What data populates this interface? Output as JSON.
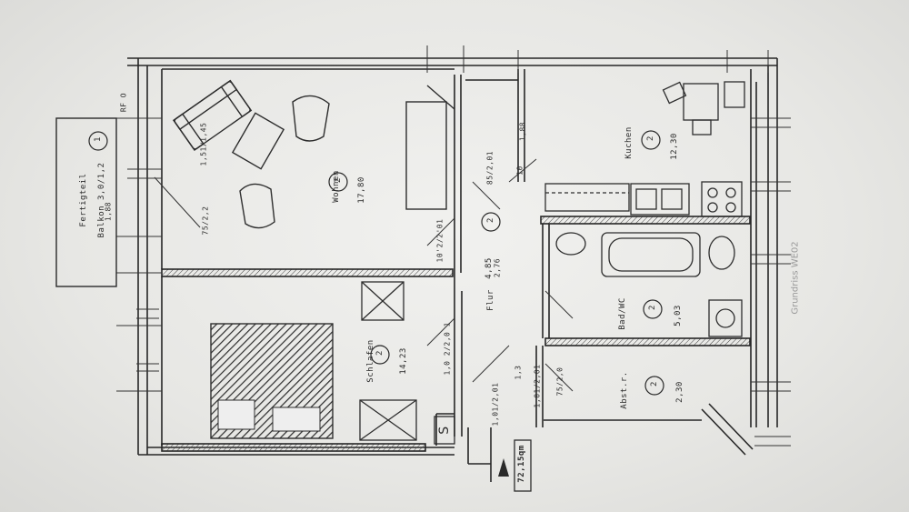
{
  "watermark": "Grundriss WE02",
  "direction_mark": "RF\nO",
  "balcony": {
    "name": "Fertigteil",
    "size": "Balkon 3,0/1,2",
    "number": "1"
  },
  "rooms": [
    {
      "id": "wohnen",
      "name": "Wohnen",
      "number": "2",
      "area": "17,80"
    },
    {
      "id": "kuechen",
      "name": "Kuchen",
      "number": "2",
      "area": "12,30"
    },
    {
      "id": "flur",
      "name": "Flur",
      "number": "2",
      "area": "4,85"
    },
    {
      "id": "bad",
      "name": "Bad/WC",
      "number": "2",
      "area": "5,03"
    },
    {
      "id": "schlafen",
      "name": "Schlafen",
      "number": "2",
      "area": "14,23"
    },
    {
      "id": "abstellraum",
      "name": "Abst.r.",
      "number": "2",
      "area": "2,30"
    }
  ],
  "dimensions": {
    "d1": "1,88",
    "d2": "1,51/1,45",
    "d3": "75/2,2",
    "d4": "1,88",
    "d5": "10",
    "d6": "85/2,01",
    "d7": "2,76",
    "d8": "1,01/2,01",
    "d9": "1,3",
    "d10": "1,01/2,01",
    "d11": "10'2/2'01",
    "d12": "1,0 2/2,0 1",
    "d13": "75/2,0"
  },
  "total_area": "72,15qm",
  "s_label": "S"
}
